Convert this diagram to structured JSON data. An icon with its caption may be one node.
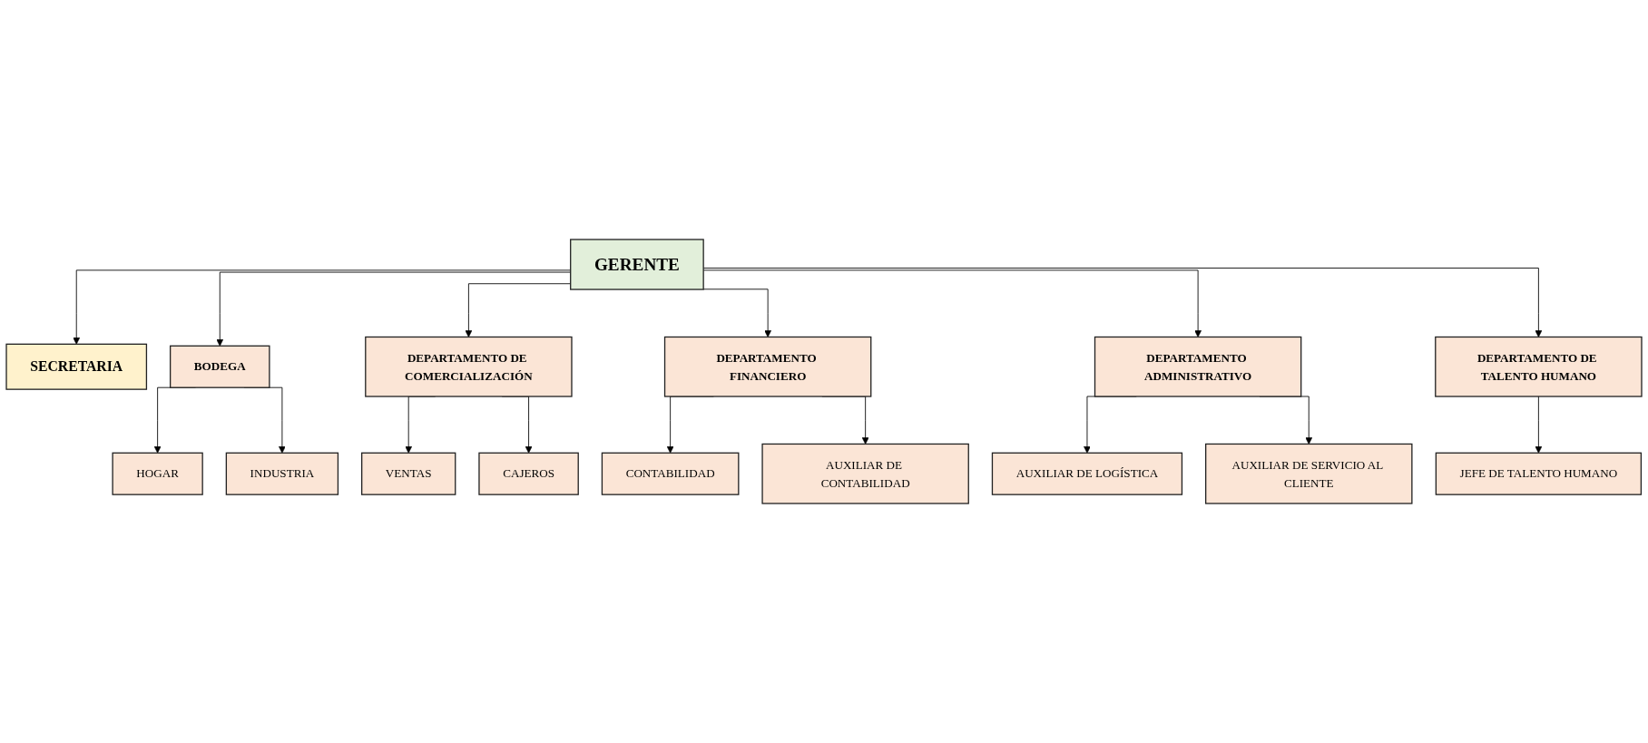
{
  "diagram": {
    "nodes": [
      {
        "text": [
          "GERENTE"
        ]
      },
      {
        "text": [
          "SECRETARIA"
        ]
      },
      {
        "text": [
          "BODEGA"
        ]
      },
      {
        "text": [
          "DEPARTAMENTO DE COMERCIALIZACIÓN"
        ]
      },
      {
        "text": [
          "DEPARTAMENTO FINANCIERO"
        ]
      },
      {
        "text": [
          "DEPARTAMENTO ADMINISTRATIVO"
        ]
      },
      {
        "text": [
          "DEPARTAMENTO DE TALENTO HUMANO"
        ]
      },
      {
        "text": [
          "HOGAR"
        ]
      },
      {
        "text": [
          "VENTAS"
        ]
      },
      {
        "text": [
          "CONTABILIDAD"
        ]
      },
      {
        "text": [
          "AUXILIAR DE LOGÍSTICA"
        ]
      },
      {
        "text": [
          "JEFE DE TALENTO HUMANO"
        ]
      },
      {
        "text": [
          "INDUSTRIA"
        ]
      },
      {
        "text": [
          "CAJEROS"
        ]
      },
      {
        "text": [
          "AUXILIAR DE CONTABILIDAD"
        ]
      },
      {
        "text": [
          "AUXILIAR DE SERVICIO AL CLIENTE"
        ]
      }
    ],
    "edges": [
      {
        "from": 0,
        "to": 1,
        "arrow": "to"
      },
      {
        "from": 0,
        "to": 2,
        "arrow": "to"
      },
      {
        "from": 0,
        "to": 3,
        "arrow": "to"
      },
      {
        "from": 0,
        "to": 4,
        "arrow": "to"
      },
      {
        "from": 0,
        "to": 5,
        "arrow": "to"
      },
      {
        "from": 0,
        "to": 6,
        "arrow": "to"
      },
      {
        "from": 2,
        "to": 7,
        "arrow": "to"
      },
      {
        "from": 2,
        "to": 12,
        "arrow": "to"
      },
      {
        "from": 3,
        "to": 8,
        "arrow": "to"
      },
      {
        "from": 3,
        "to": 13,
        "arrow": "to"
      },
      {
        "from": 4,
        "to": 9,
        "arrow": "to"
      },
      {
        "from": 4,
        "to": 14,
        "arrow": "to"
      },
      {
        "from": 5,
        "to": 10,
        "arrow": "to"
      },
      {
        "from": 5,
        "to": 15,
        "arrow": "to"
      },
      {
        "from": 6,
        "to": 11,
        "arrow": "to"
      }
    ]
  }
}
